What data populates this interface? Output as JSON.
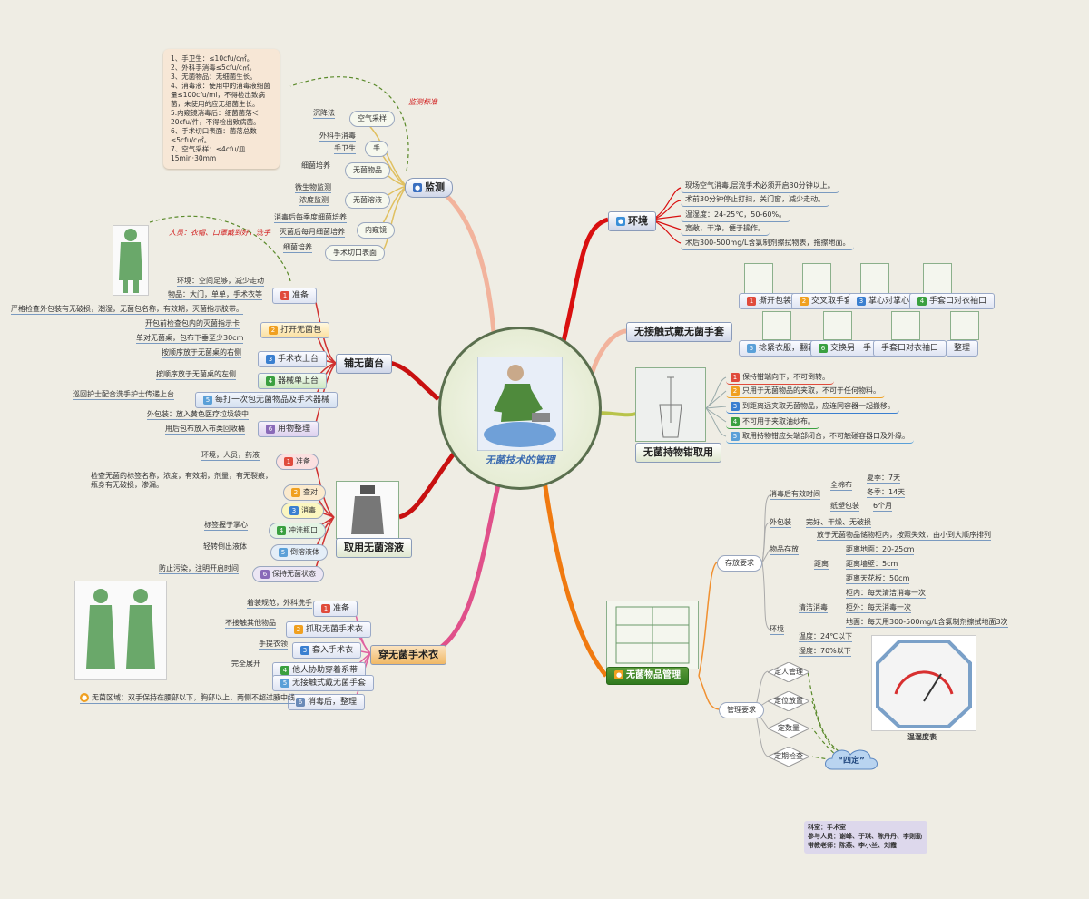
{
  "center": {
    "title": "无菌技术的管理"
  },
  "monitor": {
    "title": "监测",
    "tag": "监测标准",
    "items": [
      "空气采样",
      "手",
      "无菌物品",
      "无菌溶液",
      "内窥镜",
      "手术切口表面"
    ],
    "details": [
      "沉降法",
      "外科手消毒",
      "手卫生",
      "细菌培养",
      "微生物监测",
      "浓度监测",
      "消毒后每季度细菌培养",
      "灭菌后每月细菌培养",
      "细菌培养"
    ],
    "standards": [
      "1、手卫生：≤10cfu/c㎡。",
      "2、外科手消毒≤5cfu/c㎡。",
      "3、无菌物品：无细菌生长。",
      "4、消毒液：使用中的消毒液细菌量≤100cfu/ml，不得检出致病菌，未使用的应无细菌生长。",
      "5.内窥镜消毒后：细菌菌落＜20cfu/件，不得检出致病菌。",
      "6、手术切口表面：菌落总数≤5cfu/c㎡。",
      "7、空气采样：≤4cfu/皿 15min·30mm"
    ]
  },
  "environment": {
    "title": "环境",
    "items": [
      "现场空气消毒,层流手术必须开启30分钟以上。",
      "术前30分钟停止打扫，关门窗，减少走动。",
      "温湿度：24-25℃，50-60%。",
      "宽敞，干净，便于操作。",
      "术后300-500mg/L含氯制剂擦拭物表，拖擦地面。"
    ]
  },
  "gloves": {
    "title": "无接触式戴无菌手套",
    "steps": [
      "撕开包装",
      "交叉取手套",
      "掌心对掌心",
      "手套口对衣袖口",
      "捻紧衣服，翻转",
      "交换另一手",
      "手套口对衣袖口",
      "整理"
    ]
  },
  "forceps": {
    "title": "无菌持物钳取用",
    "items": [
      "保持钳端向下，不可倒转。",
      "只用于无菌物品的夹取，不可于任何物料。",
      "到距离远夹取无菌物品，应连同容器一起搬移。",
      "不可用于夹取油纱布。",
      "取用持物钳应头端部闭合，不可触碰容器口及外缘。"
    ]
  },
  "storage": {
    "title": "无菌物品管理",
    "branch1": "存放要求",
    "valid": {
      "label": "消毒后有效时间",
      "k1": "全棉布",
      "v1": "夏季：7天",
      "v2": "冬季：14天",
      "k2": "纸塑包装",
      "v3": "6个月"
    },
    "outer": {
      "label": "外包装",
      "value": "完好、干燥、无破损"
    },
    "place": {
      "label": "物品存放",
      "value": "放于无菌物品储物柜内，按照失效，由小到大顺序排列",
      "k": "距离",
      "d1": "距离地面：20-25cm",
      "d2": "距离墙壁：5cm",
      "d3": "距离天花板：50cm"
    },
    "env": {
      "label": "环境",
      "clean": "清洁消毒",
      "c1": "柜内：每天清洁消毒一次",
      "c2": "柜外：每天消毒一次",
      "c3": "地面：每天用300-500mg/L含氯制剂擦拭地面3次",
      "temp": "温度：24℃以下",
      "hum": "湿度：70%以下"
    },
    "branch2": "管理要求",
    "mgmt": [
      "定人管理",
      "定位放置",
      "定数量",
      "定期检查"
    ],
    "cloud": "“四定”",
    "gauge_caption": "温湿度表"
  },
  "gown": {
    "title": "穿无菌手术衣",
    "steps": [
      "准备",
      "抓取无菌手术衣",
      "套入手术衣",
      "他人协助穿着系带",
      "无接触式戴无菌手套",
      "消毒后，整理"
    ],
    "details": [
      "着装规范，外科洗手",
      "不接触其他物品",
      "手提衣领",
      "完全展开"
    ],
    "note": "无菌区域：双手保持在腰部以下，胸部以上，两侧不超过腋中线"
  },
  "solution": {
    "title": "取用无菌溶液",
    "steps": [
      "准备",
      "查对",
      "消毒",
      "冲洗瓶口",
      "倒溶液体",
      "保持无菌状态"
    ],
    "details": [
      "环境，人员，药液",
      "检查无菌的标签名称，浓度，有效期，剂量，有无裂痕，瓶身有无破损，渗漏。",
      "标签握于掌心",
      "轻转倒出液体",
      "防止污染，注明开启时间"
    ]
  },
  "table": {
    "title": "铺无菌台",
    "people": "人员：衣帽、口罩戴到好，洗手",
    "steps": [
      "准备",
      "打开无菌包",
      "手术衣上台",
      "器械单上台",
      "每打一次包无菌物品及手术器械",
      "用物整理"
    ],
    "details": [
      "环境：空间足够，减少走动",
      "物品：大门，单单，手术衣等",
      "严格检查外包装有无破损，潮湿，无菌包名称，有效期，灭菌指示胶带。",
      "开包前检查包内的灭菌指示卡",
      "单对无菌桌，包布下垂至少30cm",
      "按顺序放于无菌桌的右侧",
      "按顺序放于无菌桌的左侧",
      "巡回护士配合洗手护士传递上台",
      "外包装：放入黄色医疗垃圾袋中",
      "用后包布放入布类回收桶"
    ]
  },
  "credits": {
    "line1": "科室：手术室",
    "line2": "参与人员：谢峰、于琪、陈丹丹、李则勤",
    "line3": "带教老师：陈燕、李小兰、刘霞"
  }
}
